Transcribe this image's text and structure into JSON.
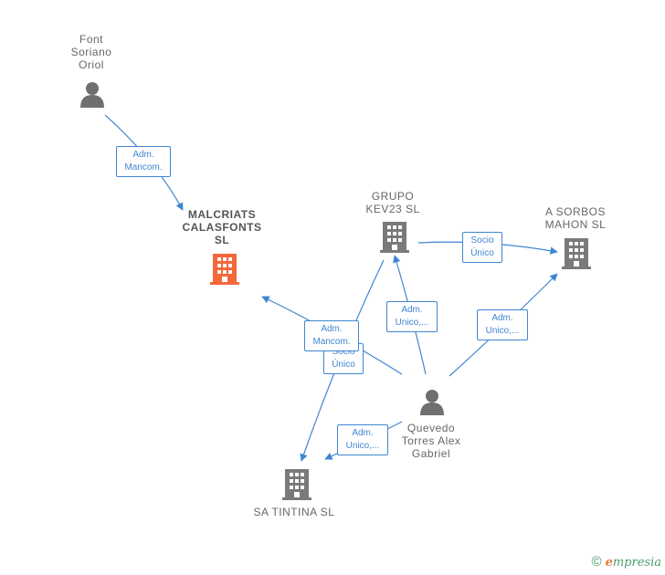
{
  "colors": {
    "edge": "#3f86d1",
    "company": "#7a7a7a",
    "company_main": "#f4673b",
    "person": "#6f6f6f"
  },
  "nodes": {
    "font_soriano": {
      "label": "Font\nSoriano\nOriol",
      "kind": "person",
      "icon": "person-icon"
    },
    "malcriats": {
      "label": "MALCRIATS\nCALASFONTS\nSL",
      "kind": "company-main",
      "icon": "building-icon"
    },
    "grupo_kev23": {
      "label": "GRUPO\nKEV23  SL",
      "kind": "company",
      "icon": "building-icon"
    },
    "a_sorbos": {
      "label": "A SORBOS\nMAHON  SL",
      "kind": "company",
      "icon": "building-icon"
    },
    "quevedo": {
      "label": "Quevedo\nTorres Alex\nGabriel",
      "kind": "person",
      "icon": "person-icon"
    },
    "sa_tintina": {
      "label": "SA TINTINA  SL",
      "kind": "company",
      "icon": "building-icon"
    }
  },
  "edges": {
    "e1": {
      "from": "Font Soriano Oriol",
      "to": "MALCRIATS CALASFONTS SL",
      "label": "Adm.\nMancom."
    },
    "e2": {
      "from": "GRUPO KEV23 SL",
      "to": "A SORBOS MAHON SL",
      "label": "Socio\nÚnico"
    },
    "e3": {
      "from": "Quevedo Torres Alex Gabriel",
      "to": "GRUPO KEV23 SL",
      "label": "Adm.\nUnico,..."
    },
    "e4": {
      "from": "Quevedo Torres Alex Gabriel",
      "to": "A SORBOS MAHON SL",
      "label": "Adm.\nUnico,..."
    },
    "e5": {
      "from": "Quevedo Torres Alex Gabriel",
      "to": "MALCRIATS CALASFONTS SL",
      "label": "Adm.\nMancom."
    },
    "e6": {
      "from": "GRUPO KEV23 SL",
      "to": "SA TINTINA SL",
      "label": "Socio\nÚnico"
    },
    "e7": {
      "from": "Quevedo Torres Alex Gabriel",
      "to": "SA TINTINA SL",
      "label": "Adm.\nUnico,..."
    }
  },
  "footer": {
    "copyright": "©",
    "brand_initial": "e",
    "brand_rest": "mpresia"
  }
}
